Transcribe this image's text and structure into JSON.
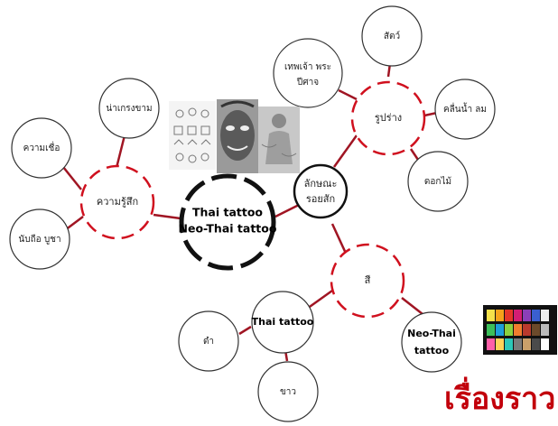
{
  "colors": {
    "connector": "#a01523",
    "dashed_ring": "#d0101e",
    "center_ring": "#111111",
    "node_fill": "#ffffff",
    "node_stroke": "#333333",
    "title": "#c2000b"
  },
  "center": {
    "line1": "Thai tattoo",
    "line2": "Neo-Thai tattoo"
  },
  "hubs": {
    "feeling": "ความรู้สึก",
    "characteristic_line1": "ลักษณะ",
    "characteristic_line2": "รอยสัก",
    "shape": "รูปร่าง",
    "color": "สี"
  },
  "leaves": {
    "awe": "น่าเกรงขาม",
    "belief": "ความเชื่อ",
    "worship": "นับถือ บูชา",
    "deity_line1": "เทพเจ้า พระ",
    "deity_line2": "ปีศาจ",
    "animal": "สัตว์",
    "wave_wind": "คลื่นน้ำ ลม",
    "flower": "ดอกไม้",
    "thai_tattoo": "Thai tattoo",
    "black": "ดำ",
    "white": "ขาว",
    "neo_line1": "Neo-Thai",
    "neo_line2": "tattoo"
  },
  "images": {
    "yant": "yant-sketch-image",
    "demon_face": "demon-face-tattoo-image",
    "deity_sketch": "deity-sketch-image",
    "palette": "color-palette-image"
  },
  "title": "เรื่องราว"
}
